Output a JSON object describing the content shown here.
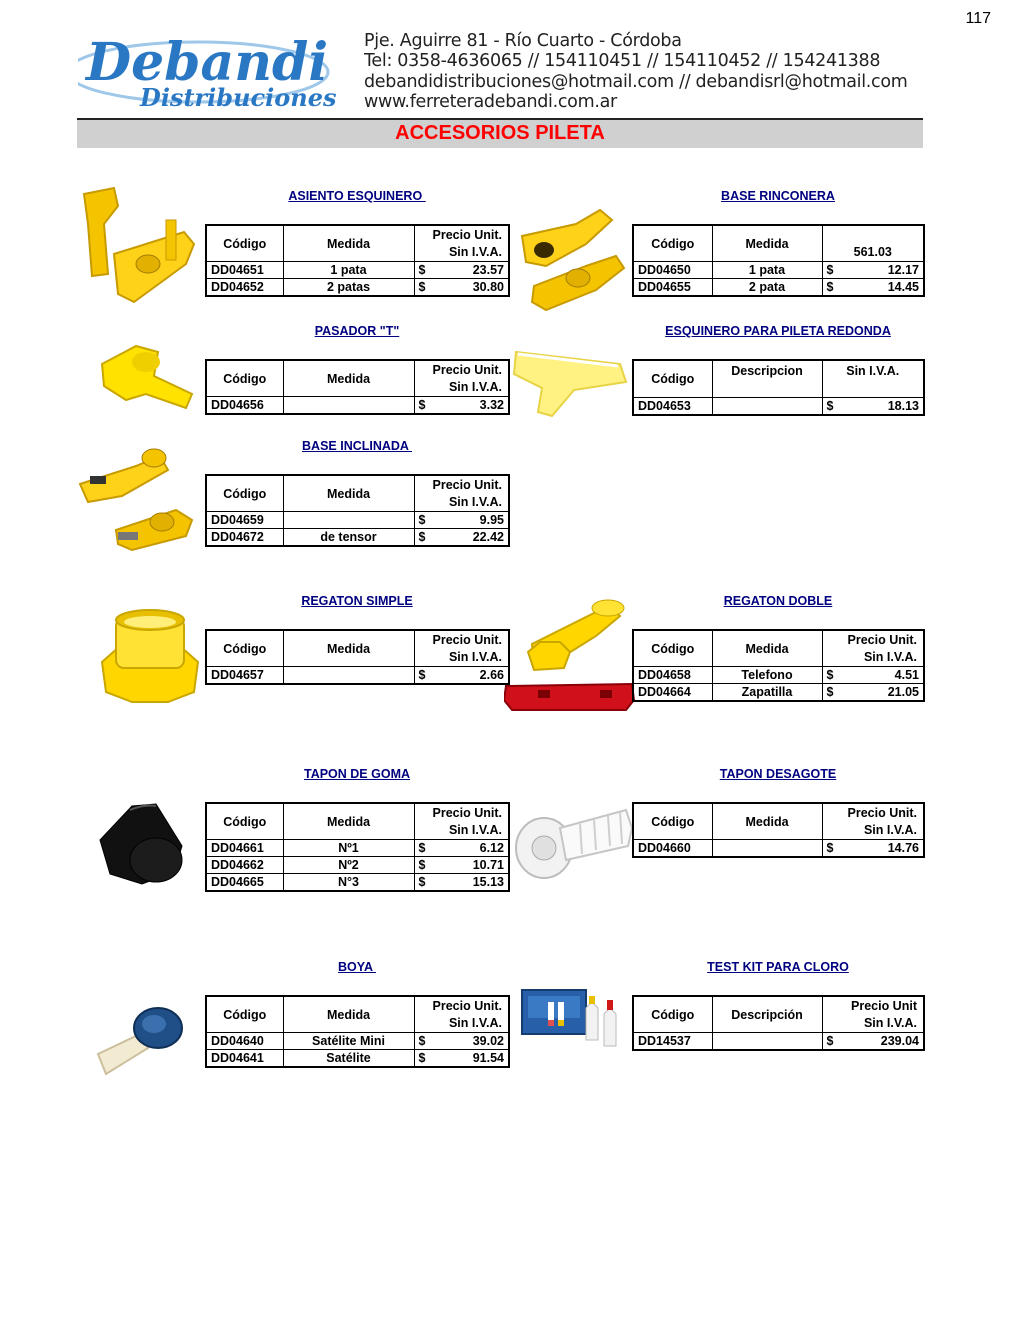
{
  "page_number": "117",
  "header": {
    "logo_main": "Debandi",
    "logo_sub": "Distribuciones",
    "address": "Pje. Aguirre 81 - Río Cuarto - Córdoba",
    "phones": "Tel: 0358-4636065 // 154110451 // 154110452 // 154241388",
    "emails": "debandidistribuciones@hotmail.com // debandisrl@hotmail.com",
    "website": "www.ferreteradebandi.com.ar"
  },
  "section_title": "ACCESORIOS PILETA",
  "brand_colors": {
    "title_red": "#ff0000",
    "link_blue": "#000080",
    "banner_gray": "#d0d0d0",
    "logo_blue": "#2a78c4"
  },
  "products": {
    "asiento_esquinero": {
      "title": "ASIENTO ESQUINERO ",
      "headers": {
        "code": "Código",
        "measure": "Medida",
        "price_1": "Precio Unit.",
        "price_2": "Sin I.V.A."
      },
      "rows": [
        {
          "code": "DD04651",
          "measure": "1 pata",
          "currency": "$",
          "price": "23.57"
        },
        {
          "code": "DD04652",
          "measure": "2 patas",
          "currency": "$",
          "price": "30.80"
        }
      ]
    },
    "base_rinconera": {
      "title": "BASE RINCONERA",
      "headers": {
        "code": "Código",
        "measure": "Medida",
        "price_2": "561.03"
      },
      "rows": [
        {
          "code": "DD04650",
          "measure": "1 pata",
          "currency": "$",
          "price": "12.17"
        },
        {
          "code": "DD04655",
          "measure": "2 pata",
          "currency": "$",
          "price": "14.45"
        }
      ]
    },
    "pasador_t": {
      "title": "PASADOR \"T\"",
      "headers": {
        "code": "Código",
        "measure": "Medida",
        "price_1": "Precio Unit.",
        "price_2": "Sin I.V.A."
      },
      "rows": [
        {
          "code": "DD04656",
          "measure": "",
          "currency": "$",
          "price": "3.32"
        }
      ]
    },
    "esquinero_redonda": {
      "title": "ESQUINERO PARA PILETA REDONDA",
      "headers": {
        "code": "Código",
        "measure": "Descripcion",
        "price_1": "Sin I.V.A."
      },
      "rows": [
        {
          "code": "DD04653",
          "measure": "",
          "currency": "$",
          "price": "18.13"
        }
      ]
    },
    "base_inclinada": {
      "title": "BASE INCLINADA ",
      "headers": {
        "code": "Código",
        "measure": "Medida",
        "price_1": "Precio Unit.",
        "price_2": "Sin I.V.A."
      },
      "rows": [
        {
          "code": "DD04659",
          "measure": "",
          "currency": "$",
          "price": "9.95"
        },
        {
          "code": "DD04672",
          "measure": "de tensor",
          "currency": "$",
          "price": "22.42"
        }
      ]
    },
    "regaton_simple": {
      "title": "REGATON SIMPLE",
      "headers": {
        "code": "Código",
        "measure": "Medida",
        "price_1": "Precio Unit.",
        "price_2": "Sin I.V.A."
      },
      "rows": [
        {
          "code": "DD04657",
          "measure": "",
          "currency": "$",
          "price": "2.66"
        }
      ]
    },
    "regaton_doble": {
      "title": "REGATON DOBLE",
      "headers": {
        "code": "Código",
        "measure": "Medida",
        "price_1": "Precio Unit.",
        "price_2": "Sin I.V.A."
      },
      "rows": [
        {
          "code": "DD04658",
          "measure": "Telefono",
          "currency": "$",
          "price": "4.51"
        },
        {
          "code": "DD04664",
          "measure": "Zapatilla",
          "currency": "$",
          "price": "21.05"
        }
      ]
    },
    "tapon_goma": {
      "title": "TAPON DE GOMA",
      "headers": {
        "code": "Código",
        "measure": "Medida",
        "price_1": "Precio Unit.",
        "price_2": "Sin I.V.A."
      },
      "rows": [
        {
          "code": "DD04661",
          "measure": "Nº1",
          "currency": "$",
          "price": "6.12"
        },
        {
          "code": "DD04662",
          "measure": "Nº2",
          "currency": "$",
          "price": "10.71"
        },
        {
          "code": "DD04665",
          "measure": "N°3",
          "currency": "$",
          "price": "15.13"
        }
      ]
    },
    "tapon_desagote": {
      "title": "TAPON DESAGOTE",
      "headers": {
        "code": "Código",
        "measure": "Medida",
        "price_1": "Precio Unit.",
        "price_2": "Sin I.V.A."
      },
      "rows": [
        {
          "code": "DD04660",
          "measure": "",
          "currency": "$",
          "price": "14.76"
        }
      ]
    },
    "boya": {
      "title": "BOYA ",
      "headers": {
        "code": "Código",
        "measure": "Medida",
        "price_1": "Precio Unit.",
        "price_2": "Sin I.V.A."
      },
      "rows": [
        {
          "code": "DD04640",
          "measure": "Satélite Mini",
          "currency": "$",
          "price": "39.02"
        },
        {
          "code": "DD04641",
          "measure": "Satélite",
          "currency": "$",
          "price": "91.54"
        }
      ]
    },
    "test_kit": {
      "title": "TEST KIT PARA CLORO",
      "headers": {
        "code": "Código",
        "measure": "Descripción",
        "price_1": "Precio Unit",
        "price_2": "Sin I.V.A."
      },
      "rows": [
        {
          "code": "DD14537",
          "measure": "",
          "currency": "$",
          "price": "239.04"
        }
      ]
    }
  }
}
